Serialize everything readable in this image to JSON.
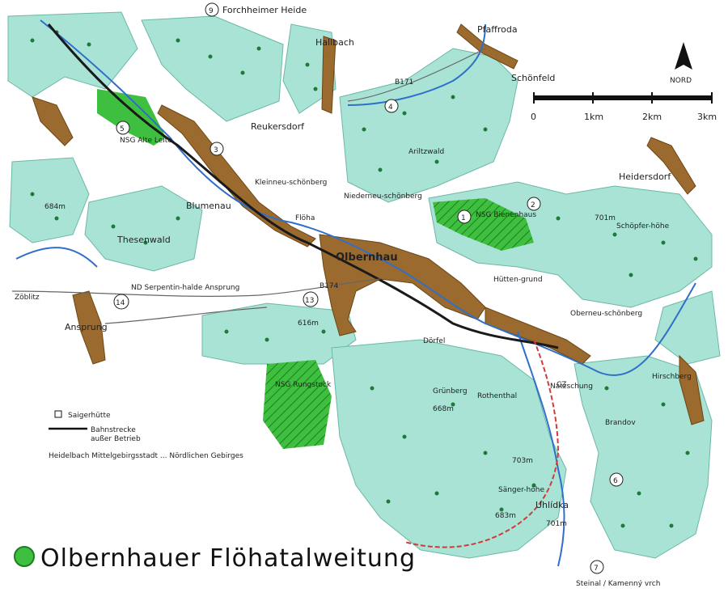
{
  "title": "Olbernhauer Flöhatalweitung",
  "colors": {
    "forest": "#a8e3d6",
    "reserve": "#3fbf3f",
    "settlement": "#9b6a2e",
    "river": "#2f6fc9",
    "rail": "#1a1a1a",
    "road": "#666666",
    "border": "#d23a3a"
  },
  "north_arrow": {
    "label": "NORD"
  },
  "scale": {
    "ticks": [
      "0",
      "1km",
      "2km",
      "3km"
    ]
  },
  "legend": {
    "item1": "Saigerhütte",
    "item2_line1": "Bahnstrecke",
    "item2_line2": "außer Betrieb",
    "item3": "Heidelbach Mittelgebirgsstadt ... Nördlichen Gebirges"
  },
  "labels": {
    "forchheimer_heide": "Forchheimer Heide",
    "hallbach": "Hallbach",
    "pfaffroda": "Pfaffroda",
    "schoenfeld": "Schönfeld",
    "reukersdorf": "Reukersdorf",
    "kleinneuschoenberg": "Kleinneu-schönberg",
    "blumenau": "Blumenau",
    "neuschoenberg": "Niederneu-schönberg",
    "heidersdorf": "Heidersdorf",
    "olbernhau": "Olbernhau",
    "huettengrund": "Hütten-grund",
    "oberneuschoenberg": "Oberneu-schönberg",
    "doerfel": "Dörfel",
    "rothenthal": "Rothenthal",
    "brandov": "Brandov",
    "hirschberg": "Hirschberg",
    "ansprung": "Ansprung",
    "zoeblitz": "Zöblitz",
    "thesenwald": "Thesenwald",
    "ariltzwald": "Ariltzwald",
    "b171": "B171",
    "b174": "B174",
    "floeha": "Flöha",
    "natzschung": "Natzschung",
    "rungstock": "NSG Rungstock",
    "steinal": "Steinal / Kamenný vrch",
    "heights": {
      "h684": "684m",
      "h701a": "701m",
      "h668": "668m",
      "h703": "703m",
      "h683": "683m",
      "h701b": "701m",
      "h616": "616m"
    },
    "uhlidka": "Uhlídka",
    "saengerhoehe": "Sänger-höhe",
    "schoepferhoehe": "Schöpfer-höhe",
    "gruenberg": "Grünberg",
    "nsg_alte_leite": "NSG Alte Leite",
    "nsg_bienenhaus": "NSG Bienenhaus",
    "nd_serpentin": "ND Serpentin-halde Ansprung",
    "cz": "CZ"
  },
  "markers": [
    "9",
    "4",
    "5",
    "3",
    "1",
    "2",
    "14",
    "13",
    "6",
    "7"
  ]
}
